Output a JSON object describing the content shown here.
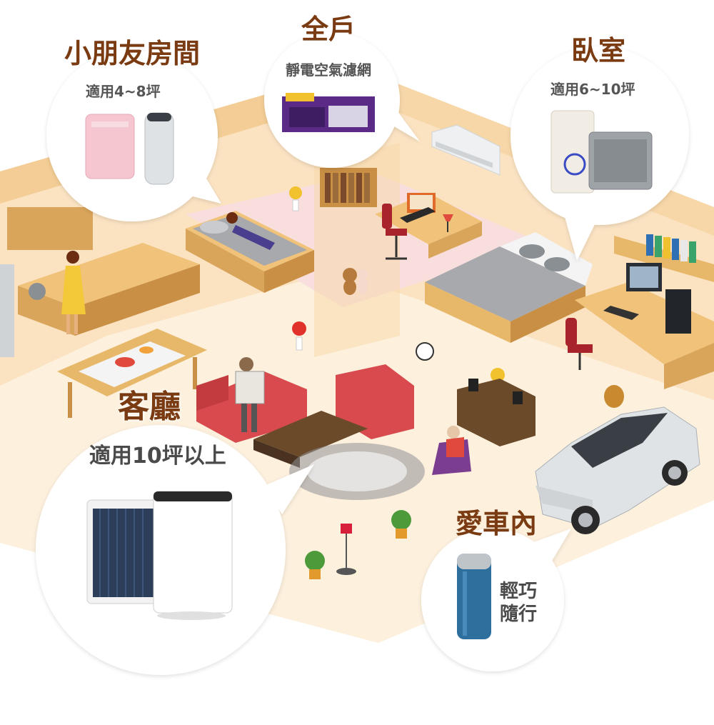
{
  "zones": {
    "kids_room": {
      "title": "小朋友房間",
      "coverage": "適用4~8坪"
    },
    "whole_house": {
      "title": "全戶",
      "product": "靜電空氣濾網"
    },
    "bedroom": {
      "title": "臥室",
      "coverage": "適用6~10坪"
    },
    "living_room": {
      "title": "客廳",
      "coverage": "適用10坪以上"
    },
    "car": {
      "title": "愛車內",
      "tagline_line1": "輕巧",
      "tagline_line2": "隨行"
    }
  },
  "colors": {
    "heading": "#7a3b12",
    "floor": "#fbe3c2",
    "floor_light": "#fdf0dd",
    "wall": "#f7d7a8",
    "pink_rug": "#f9dede",
    "sofa": "#d94a4e",
    "wood": "#e8b86a"
  },
  "icons": [
    "speech-bubble",
    "air-purifier-icon",
    "air-filter-pack-icon",
    "car-icon",
    "car-purifier-icon"
  ]
}
